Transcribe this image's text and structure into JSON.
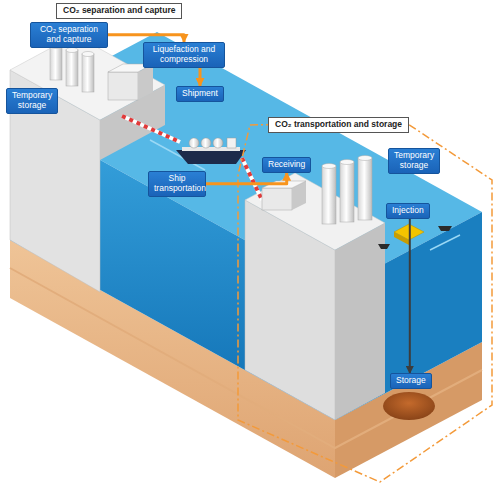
{
  "diagram": {
    "nodes": [
      {
        "text": [
          "CO₂ separation and capture"
        ]
      },
      {
        "text": [
          "CO₂ separation and capture"
        ]
      },
      {
        "text": [
          "Liquefaction and compression"
        ]
      },
      {
        "text": [
          "Temporary storage"
        ]
      },
      {
        "text": [
          "Shipment"
        ]
      },
      {
        "text": [
          "Ship transportation"
        ]
      },
      {
        "text": [
          "Receiving"
        ]
      },
      {
        "text": [
          "CO₂ transportation and storage"
        ]
      },
      {
        "text": [
          "Temporary storage"
        ]
      },
      {
        "text": [
          "Injection"
        ]
      },
      {
        "text": [
          "Storage"
        ]
      }
    ],
    "edges": [
      {
        "from": 1,
        "to": 2,
        "arrow": "to"
      },
      {
        "from": 2,
        "to": 4,
        "arrow": "to"
      },
      {
        "from": 5,
        "to": 6,
        "arrow": "to"
      },
      {
        "from": 9,
        "to": 10,
        "arrow": "to"
      }
    ]
  }
}
